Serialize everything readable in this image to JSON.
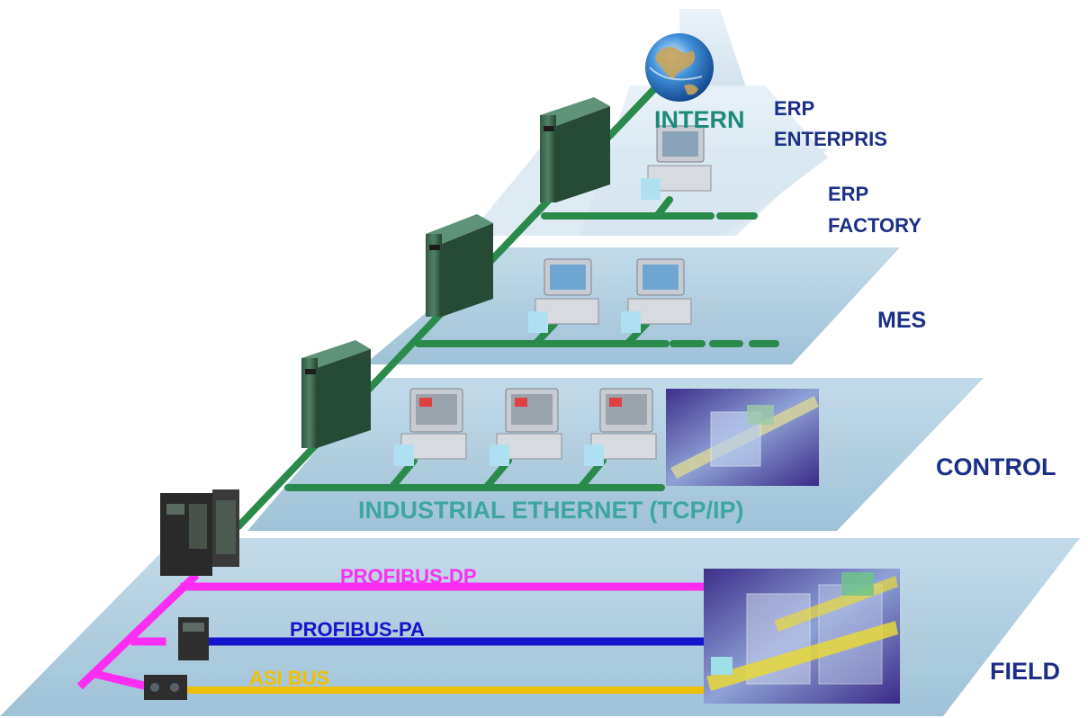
{
  "levels": {
    "erp_enterprise": [
      "ERP",
      "ENTERPRIS"
    ],
    "erp_factory": [
      "ERP",
      "FACTORY"
    ],
    "mes": "MES",
    "control": "CONTROL",
    "field": "FIELD"
  },
  "internet_label": "INTERN",
  "networks": {
    "industrial_ethernet": "INDUSTRIAL ETHERNET (TCP/IP)",
    "profibus_dp": "PROFIBUS-DP",
    "profibus_pa": "PROFIBUS-PA",
    "asi_bus": "ASI BUS"
  },
  "colors": {
    "plane_fill": "#aac9dc",
    "plane_edge": "#7da9c2",
    "ethernet": "#2a8a4c",
    "ethernet_label": "#3ea5a0",
    "internet_label": "#1f8a7a",
    "level_label": "#1c2f86",
    "profibus_dp": "#ff2df2",
    "profibus_pa": "#1414cc",
    "asi_bus": "#f0c000"
  },
  "icons": {
    "globe": "globe-icon",
    "server": "server-tower-icon",
    "workstation": "workstation-icon",
    "operator_panel": "operator-panel-icon",
    "plc": "plc-icon",
    "network_module": "network-module-icon",
    "field_device": "field-device-icon"
  }
}
